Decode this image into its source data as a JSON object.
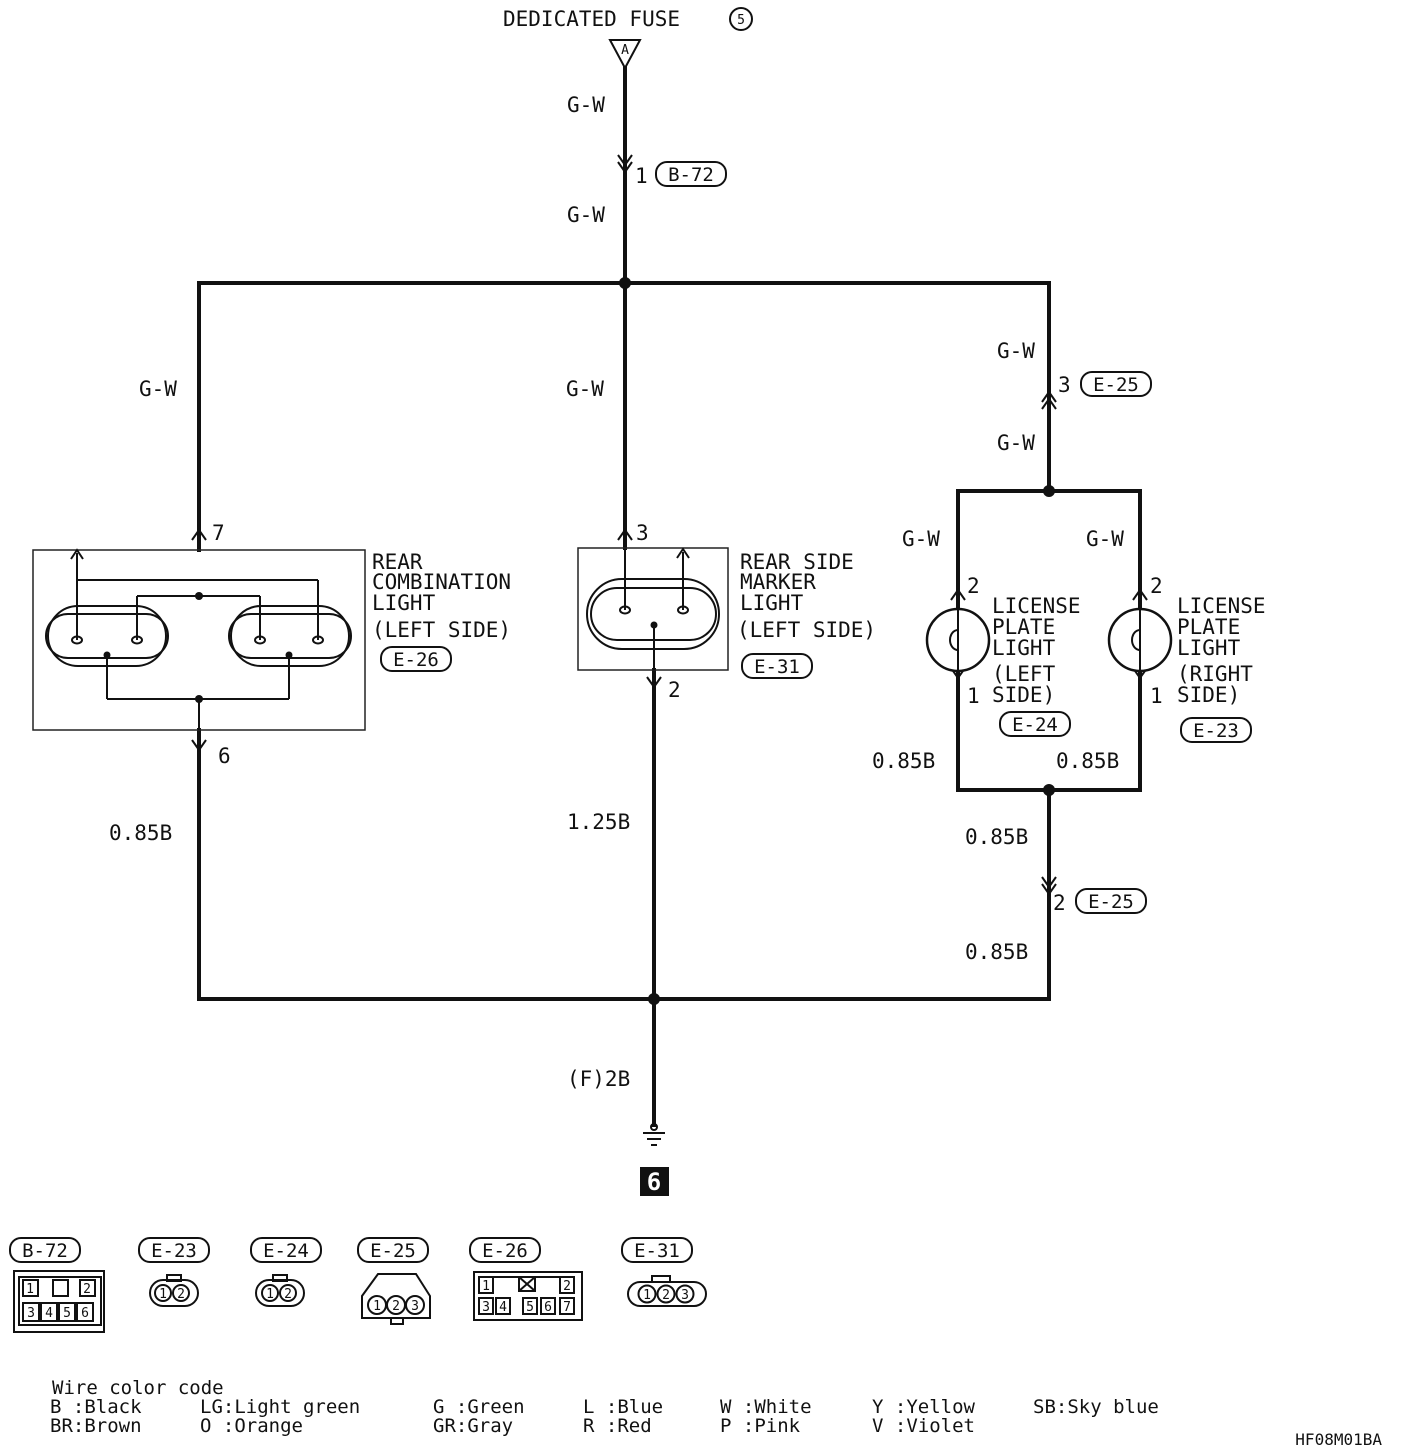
{
  "source": {
    "label": "DEDICATED FUSE",
    "circled": "5",
    "terminal": "A"
  },
  "wires": {
    "gw": "G-W",
    "b085": "0.85B",
    "b125": "1.25B",
    "ground_wire": "(F)2B"
  },
  "connectors_in_circuit": {
    "b72": {
      "id": "B-72",
      "pin": "1"
    },
    "e25_top": {
      "id": "E-25",
      "pin": "3"
    },
    "e25_bottom": {
      "id": "E-25",
      "pin": "2"
    }
  },
  "components": {
    "rear_combination": {
      "lines": [
        "REAR",
        "COMBINATION",
        "LIGHT",
        "(LEFT SIDE)"
      ],
      "connector": "E-26",
      "pin_in": "7",
      "pin_out": "6"
    },
    "rear_side_marker": {
      "lines": [
        "REAR SIDE",
        "MARKER",
        "LIGHT",
        "(LEFT SIDE)"
      ],
      "connector": "E-31",
      "pin_in": "3",
      "pin_out": "2"
    },
    "license_left": {
      "lines": [
        "LICENSE",
        "PLATE",
        "LIGHT",
        "(LEFT",
        "SIDE)"
      ],
      "connector": "E-24",
      "pin_in": "2",
      "pin_out": "1"
    },
    "license_right": {
      "lines": [
        "LICENSE",
        "PLATE",
        "LIGHT",
        "(RIGHT",
        "SIDE)"
      ],
      "connector": "E-23",
      "pin_in": "2",
      "pin_out": "1"
    }
  },
  "ground": {
    "number": "6"
  },
  "connector_views": [
    {
      "id": "B-72",
      "pins": [
        "1",
        "",
        "2",
        "3",
        "4",
        "5",
        "6"
      ]
    },
    {
      "id": "E-23",
      "pins": [
        "1",
        "2"
      ]
    },
    {
      "id": "E-24",
      "pins": [
        "1",
        "2"
      ]
    },
    {
      "id": "E-25",
      "pins": [
        "1",
        "2",
        "3"
      ]
    },
    {
      "id": "E-26",
      "pins": [
        "1",
        "2",
        "3",
        "4",
        "5",
        "6",
        "7"
      ]
    },
    {
      "id": "E-31",
      "pins": [
        "1",
        "2",
        "3"
      ]
    }
  ],
  "legend": {
    "title": "Wire color code",
    "row1": [
      "B :Black",
      "LG:Light green",
      "G :Green",
      "L :Blue",
      "W :White",
      "Y :Yellow",
      "SB:Sky blue"
    ],
    "row2": [
      "BR:Brown",
      "O :Orange",
      "GR:Gray",
      "R :Red",
      "P :Pink",
      "V :Violet"
    ]
  },
  "figure_code": "HF08M01BA"
}
